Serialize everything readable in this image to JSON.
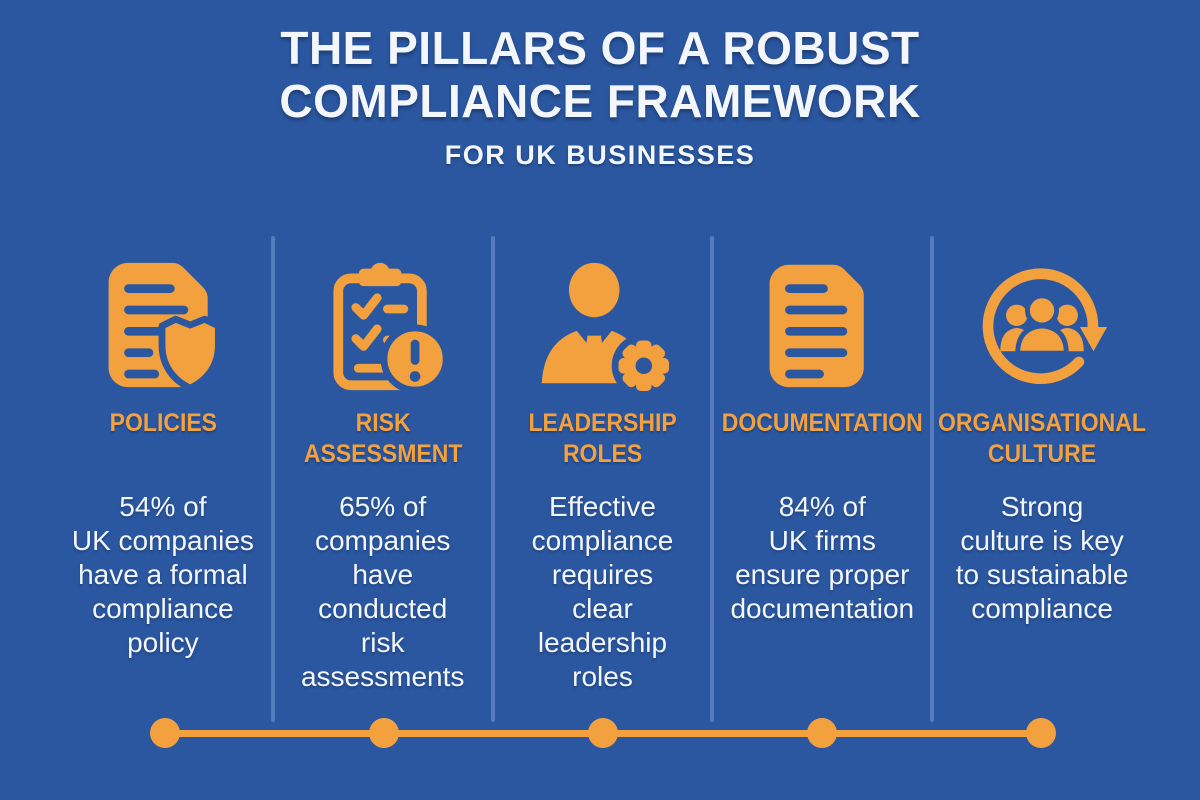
{
  "header": {
    "title_line1": "THE PILLARS OF A ROBUST",
    "title_line2": "COMPLIANCE FRAMEWORK",
    "subtitle": "FOR UK BUSINESSES"
  },
  "colors": {
    "background": "#2b57a0",
    "accent": "#f2a13e",
    "divider": "#5d83c0",
    "text": "#f3f6fa"
  },
  "pillars": [
    {
      "icon": "policy-document-shield-icon",
      "label": "POLICIES",
      "description": "54% of\nUK companies\nhave a formal\ncompliance\npolicy"
    },
    {
      "icon": "risk-clipboard-alert-icon",
      "label": "RISK\nASSESSMENT",
      "description": "65% of\ncompanies\nhave\nconducted\nrisk\nassessments"
    },
    {
      "icon": "leadership-person-gear-icon",
      "label": "LEADERSHIP\nROLES",
      "description": "Effective\ncompliance\nrequires\nclear\nleadership\nroles"
    },
    {
      "icon": "documentation-file-icon",
      "label": "DOCUMENTATION",
      "description": "84% of\nUK firms\nensure proper\ndocumentation"
    },
    {
      "icon": "organisational-culture-people-cycle-icon",
      "label": "ORGANISATIONAL\nCULTURE",
      "description": "Strong\nculture is key\nto sustainable\ncompliance"
    }
  ],
  "timeline": {
    "milestone_count": 5
  }
}
